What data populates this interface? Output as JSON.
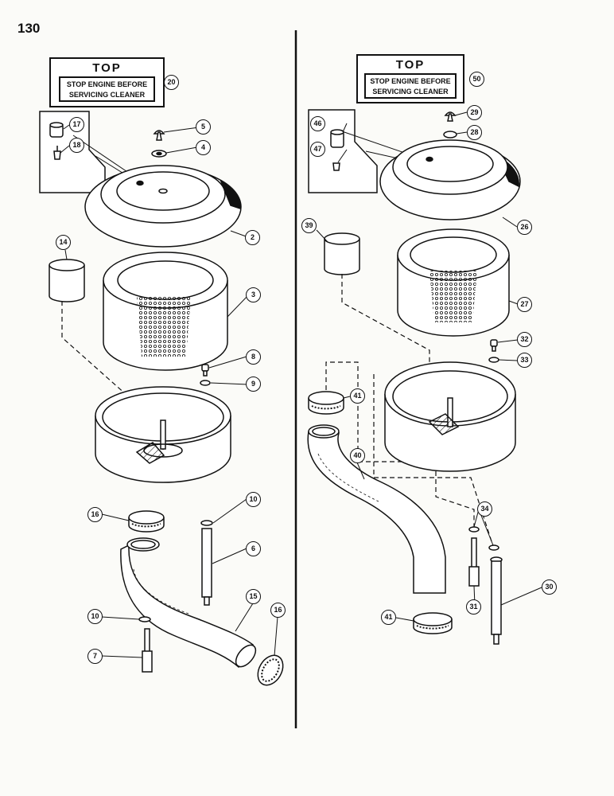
{
  "page": {
    "number": "130"
  },
  "decals": {
    "left": {
      "title": "TOP",
      "line1": "STOP ENGINE BEFORE",
      "line2": "SERVICING CLEANER",
      "part": "20"
    },
    "right": {
      "title": "TOP",
      "line1": "STOP ENGINE BEFORE",
      "line2": "SERVICING CLEANER",
      "part": "50"
    }
  },
  "callouts": {
    "left": [
      "17",
      "18",
      "5",
      "4",
      "2",
      "14",
      "3",
      "8",
      "9",
      "10",
      "16",
      "6",
      "10",
      "7",
      "15",
      "16"
    ],
    "right": [
      "46",
      "47",
      "29",
      "28",
      "26",
      "39",
      "27",
      "32",
      "33",
      "41",
      "40",
      "34",
      "31",
      "30",
      "41"
    ]
  },
  "colors": {
    "ink": "#111111",
    "paper": "#fbfbf8",
    "part_fill": "#ffffff"
  }
}
